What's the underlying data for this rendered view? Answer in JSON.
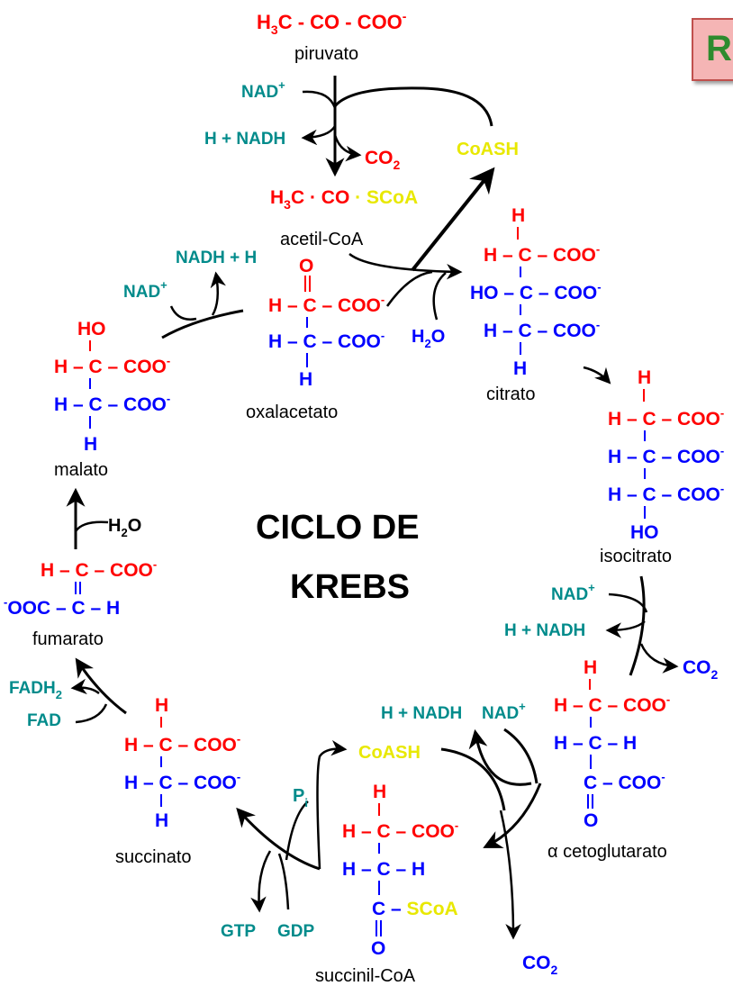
{
  "badge": "R",
  "title": [
    "CICLO DE",
    "KREBS"
  ],
  "colors": {
    "red": "#ff0000",
    "blue": "#0000ff",
    "teal": "#008b8b",
    "yellow": "#e8e800",
    "black": "#000000"
  },
  "compounds": {
    "piruvato": {
      "name": "piruvato"
    },
    "acetilcoa": {
      "name": "acetil-CoA"
    },
    "oxalacetato": {
      "name": "oxalacetato"
    },
    "citrato": {
      "name": "citrato"
    },
    "isocitrato": {
      "name": "isocitrato"
    },
    "cetoglutarato": {
      "name": "α cetoglutarato"
    },
    "succinilcoa": {
      "name": "succinil-CoA"
    },
    "succinato": {
      "name": "succinato"
    },
    "fumarato": {
      "name": "fumarato"
    },
    "malato": {
      "name": "malato"
    }
  },
  "molecules": {
    "nad": "NAD",
    "nadh": "H + NADH",
    "nadh_h": "NADH + H",
    "co2": "CO",
    "coash": "CoASH",
    "h2o": "H",
    "fadh2": "FADH",
    "fad": "FAD",
    "gtp": "GTP",
    "gdp": "GDP",
    "pi": "P"
  }
}
